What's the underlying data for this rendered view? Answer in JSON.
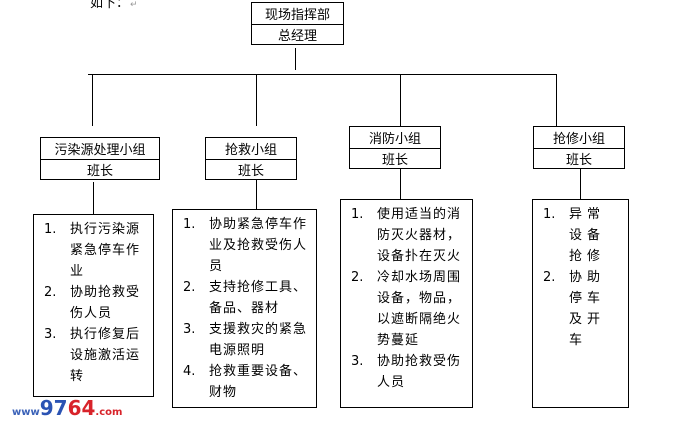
{
  "intro_text": "如下：",
  "top": {
    "title": "现场指挥部",
    "role": "总经理"
  },
  "groups": [
    {
      "name": "污染源处理小组",
      "leader": "班长",
      "duties": [
        "执行污染源紧急停车作业",
        "协助抢救受伤人员",
        "执行修复后设施激活运转"
      ]
    },
    {
      "name": "抢救小组",
      "leader": "班长",
      "duties": [
        "协助紧急停车作业及抢救受伤人员",
        "支持抢修工具、备品、器材",
        "支援救灾的紧急电源照明",
        "抢救重要设备、财物"
      ]
    },
    {
      "name": "消防小组",
      "leader": "班长",
      "duties": [
        "使用适当的消防灭火器材，设备扑在灭火",
        "冷却水场周围设备，物品，以遮断隔绝火势蔓延",
        "协助抢救受伤人员"
      ]
    },
    {
      "name": "抢修小组",
      "leader": "班长",
      "duties": [
        "异常设备抢修",
        "协助停车及开车"
      ]
    }
  ],
  "numbers": [
    "1.",
    "2.",
    "3.",
    "4."
  ],
  "watermark": {
    "www": "www",
    "num1": "97",
    "num2": "64",
    "com": ".com"
  },
  "para_mark": "↵"
}
